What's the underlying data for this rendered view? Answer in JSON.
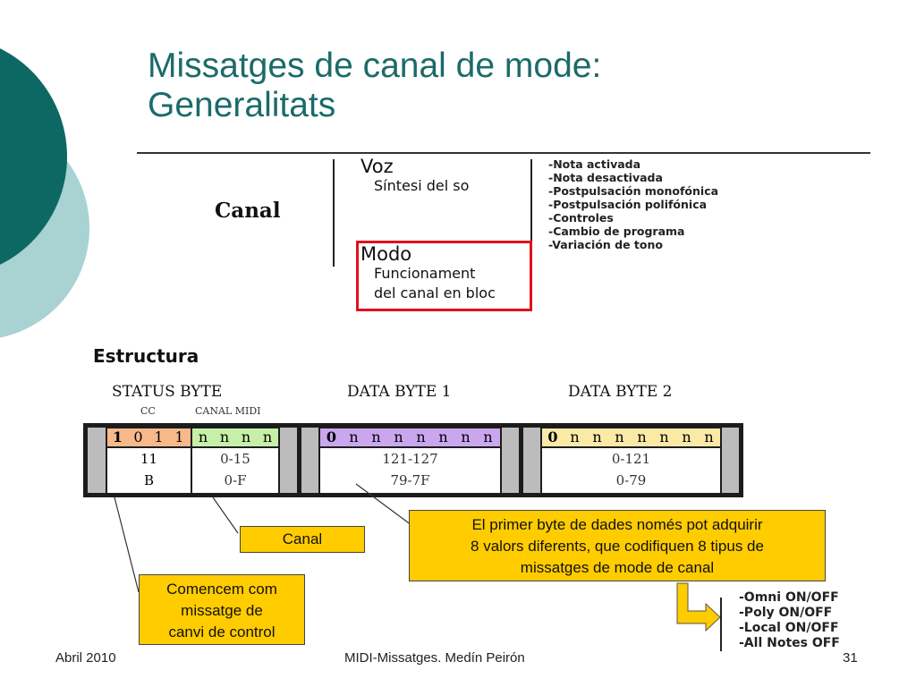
{
  "title_line1": "Missatges de canal de mode:",
  "title_line2": "Generalitats",
  "diagram": {
    "canal": "Canal",
    "voz": "Voz",
    "sintesi": "Síntesi del so",
    "modo": "Modo",
    "funcionament_1": "Funcionament",
    "funcionament_2": "del canal en bloc",
    "voice_messages": [
      "-Nota activada",
      "-Nota desactivada",
      "-Postpulsación monofónica",
      "-Postpulsación polifónica",
      "-Controles",
      "-Cambio de programa",
      "-Variación de tono"
    ]
  },
  "estructura": {
    "heading": "Estructura",
    "status_byte": "STATUS BYTE",
    "data_byte_1": "DATA BYTE 1",
    "data_byte_2": "DATA BYTE 2",
    "cc": "CC",
    "canal_midi": "CANAL MIDI",
    "status_bits_orange": [
      "1",
      "0",
      "1",
      "1"
    ],
    "status_bits_green": [
      "n",
      "n",
      "n",
      "n"
    ],
    "db1_bits": [
      "0",
      "n",
      "n",
      "n",
      "n",
      "n",
      "n",
      "n"
    ],
    "db2_bits": [
      "0",
      "n",
      "n",
      "n",
      "n",
      "n",
      "n",
      "n"
    ],
    "status_cc_dec": "11",
    "status_cc_hex": "B",
    "status_ch_dec": "0-15",
    "status_ch_hex": "0-F",
    "db1_dec": "121-127",
    "db1_hex": "79-7F",
    "db2_dec": "0-121",
    "db2_hex": "0-79",
    "colors": {
      "orange": "#f7b98a",
      "green": "#c6f0a8",
      "purple": "#c9a6ee",
      "yellow_bits": "#fbe9a6"
    }
  },
  "callouts": {
    "canal_label": "Canal",
    "comencem_1": "Comencem com",
    "comencem_2": "missatge de",
    "comencem_3": "canvi de control",
    "primer_1": "El primer byte de dades només pot adquirir",
    "primer_2": "8 valors diferents, que codifiquen 8 tipus de",
    "primer_3": "missatges de mode de canal",
    "mode_messages": [
      "-Omni ON/OFF",
      "-Poly ON/OFF",
      "-Local ON/OFF",
      "-All Notes OFF"
    ]
  },
  "footer": {
    "date": "Abril 2010",
    "center": "MIDI-Missatges. Medín Peirón",
    "page": "31"
  }
}
